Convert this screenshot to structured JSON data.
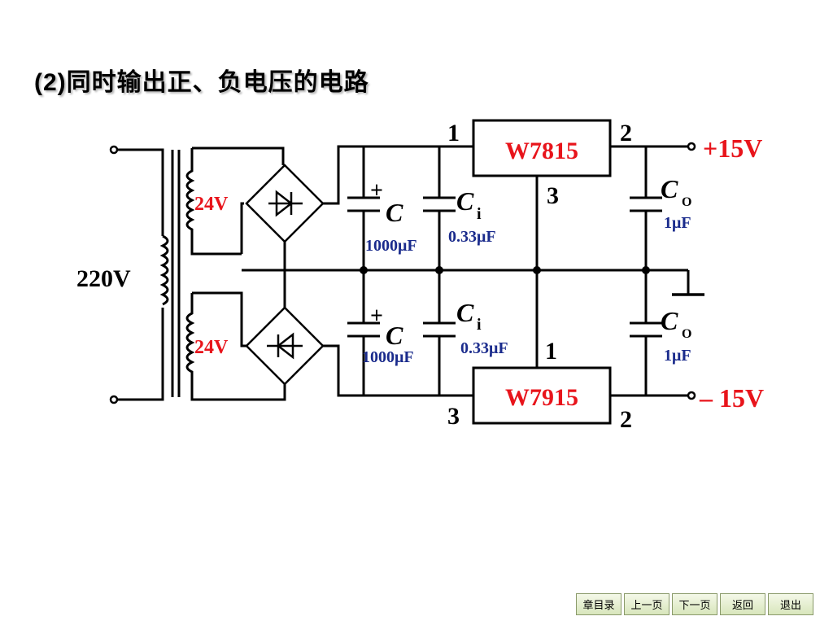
{
  "title": "(2)同时输出正、负电压的电路",
  "input_voltage": "220V",
  "secondary_voltage_top": "24V",
  "secondary_voltage_bottom": "24V",
  "regulator_top": {
    "name": "W7815",
    "pin_in": "1",
    "pin_out": "2",
    "pin_gnd": "3"
  },
  "regulator_bottom": {
    "name": "W7915",
    "pin_in": "3",
    "pin_out": "2",
    "pin_gnd": "1"
  },
  "output_positive": "+15V",
  "output_negative": "– 15V",
  "cap_filter": {
    "plus": "+",
    "symbol": "C",
    "value": "1000μF"
  },
  "cap_input": {
    "symbol": "C",
    "sub": "i",
    "value": "0.33μF"
  },
  "cap_output": {
    "symbol": "C",
    "sub": "O",
    "value": "1μF"
  },
  "colors": {
    "red": "#e8141b",
    "blue": "#1a2b8c",
    "wire": "#000000"
  },
  "nav": {
    "chapter": "章目录",
    "prev": "上一页",
    "next": "下一页",
    "back": "返回",
    "exit": "退出"
  }
}
